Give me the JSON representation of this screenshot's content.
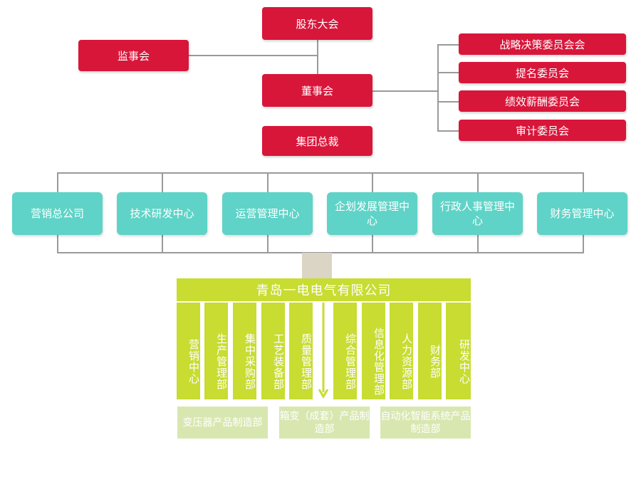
{
  "top": {
    "shareholders": "股东大会",
    "supervisory": "监事会",
    "board": "董事会",
    "president": "集团总裁"
  },
  "committees": [
    "战略决策委员会会",
    "提名委员会",
    "绩效薪酬委员会",
    "审计委员会"
  ],
  "centers": [
    "营销总公司",
    "技术研发中心",
    "运营管理中心",
    "企划发展管理中心",
    "行政人事管理中心",
    "财务管理中心"
  ],
  "company": "青岛一电电气有限公司",
  "departments": [
    "营销中心",
    "生产管理部",
    "集中采购部",
    "工艺装备部",
    "质量管理部",
    "综合管理部",
    "信息化管理部",
    "人力资源部",
    "财务部",
    "研发中心"
  ],
  "factories": [
    "变压器产品制造部",
    "箱变（成套）产品制造部",
    "自动化智能系统产品制造部"
  ],
  "colors": {
    "red": "#d8163a",
    "teal": "#5fd3c7",
    "lime": "#c8dc32",
    "pale_lime": "#d8e7b0",
    "connector": "#dad5c4",
    "line": "#9a9a9a"
  }
}
